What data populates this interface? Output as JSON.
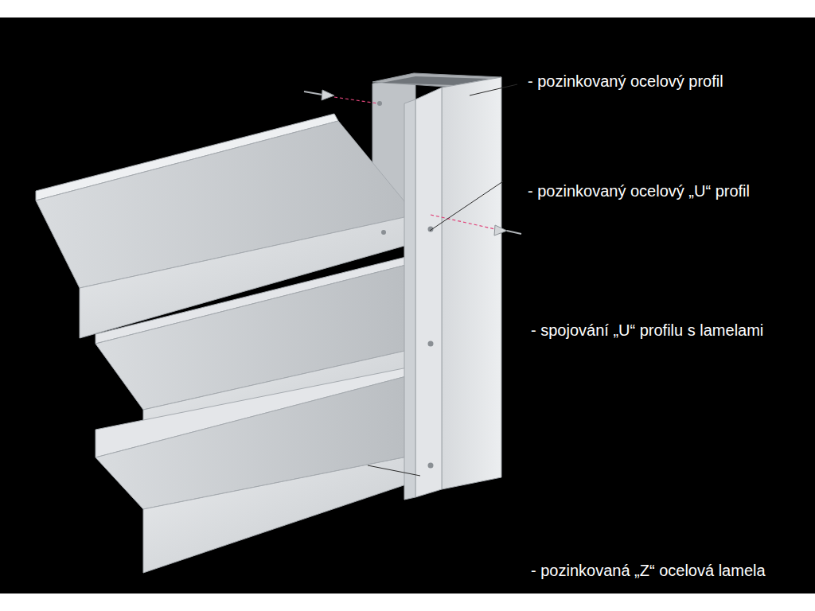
{
  "diagram": {
    "labels": [
      "- pozinkovaný ocelový profil",
      "- pozinkovaný ocelový „U“ profil",
      "- spojování „U“ profilu s lamelami",
      "- pozinkovaná „Z“ ocelová lamela"
    ]
  }
}
